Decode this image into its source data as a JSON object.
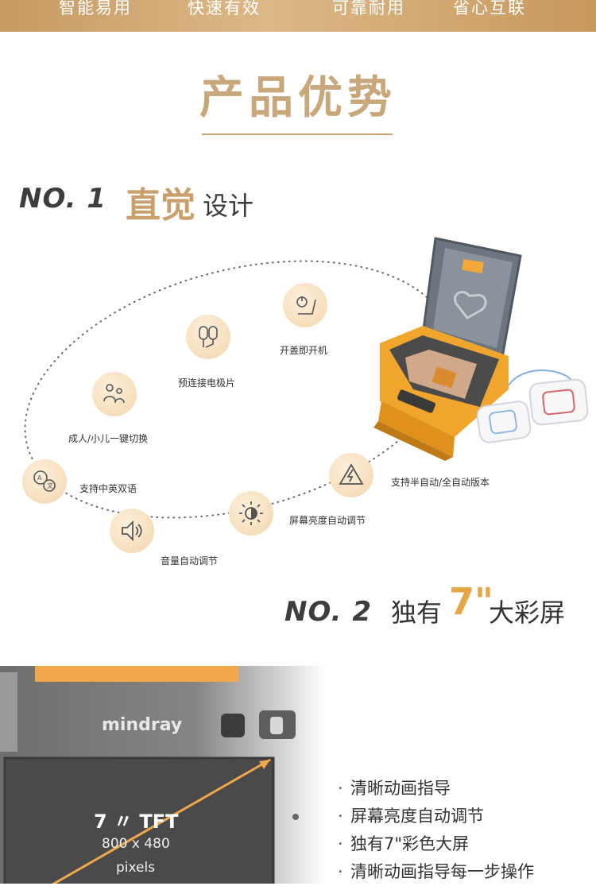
{
  "top_band": {
    "items": [
      "智能易用",
      "快速有效",
      "可靠耐用",
      "省心互联"
    ]
  },
  "section_title": "产品优势",
  "feature1": {
    "number": "NO. 1",
    "title_emph": "直觉",
    "title_rest": "设计",
    "orbit_items": [
      {
        "label": "开盖即开机",
        "icon": "lid-power-icon"
      },
      {
        "label": "预连接电极片",
        "icon": "pads-icon"
      },
      {
        "label": "成人/小儿一键切换",
        "icon": "adult-child-icon"
      },
      {
        "label": "支持中英双语",
        "icon": "bilingual-icon"
      },
      {
        "label": "音量自动调节",
        "icon": "speaker-icon"
      },
      {
        "label": "屏幕亮度自动调节",
        "icon": "brightness-icon"
      },
      {
        "label": "支持半自动/全自动版本",
        "icon": "shock-icon"
      }
    ]
  },
  "device": {
    "brand": "mindray"
  },
  "feature2": {
    "number": "NO. 2",
    "title_pre": "独有",
    "title_num": "7\"",
    "title_post": "大彩屏"
  },
  "screen_spec": {
    "line1": "7 〃 TFT",
    "line2": "800 x 480",
    "line3": "pixels"
  },
  "bullets": [
    {
      "dot": "·",
      "text": "清晰动画指导"
    },
    {
      "dot": "·",
      "text": "屏幕亮度自动调节"
    },
    {
      "dot": "·",
      "text": "独有7\"彩色大屏"
    },
    {
      "dot": "·",
      "text": "清晰动画指导每一步操作"
    }
  ],
  "colors": {
    "gold": "#c9a06b",
    "orange": "#e6a646",
    "device_orange": "#f0a52c"
  }
}
